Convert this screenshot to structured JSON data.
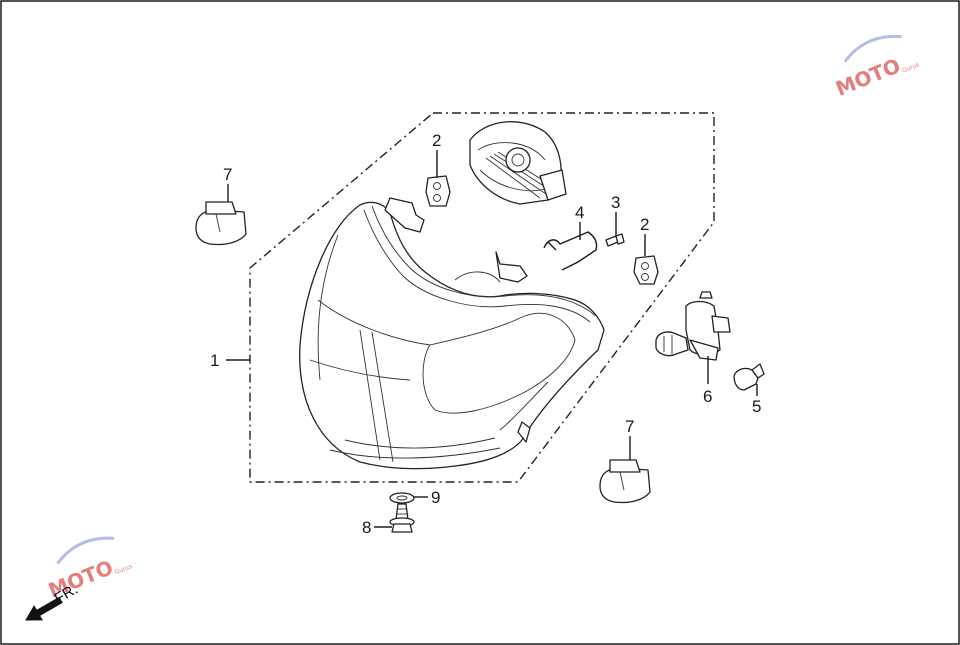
{
  "callouts": {
    "headlight_assy": "1",
    "grommet_top": "2",
    "screw": "3",
    "spring_clip": "4",
    "grommet_right": "2",
    "bulb_small": "5",
    "bulb_h4": "6",
    "clip_left": "7",
    "clip_right": "7",
    "bolt": "8",
    "washer": "9"
  },
  "direction": {
    "label": "FR."
  },
  "watermark": {
    "brand": "MOTO",
    "tagline": "Gurus"
  },
  "colors": {
    "line": "#1a1a1a",
    "background": "#ffffff",
    "watermark": "#d9534f"
  }
}
